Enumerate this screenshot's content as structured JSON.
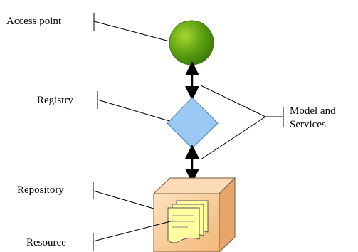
{
  "labels": {
    "access_point": "Access point",
    "registry": "Registry",
    "repository": "Repository",
    "resource": "Resource",
    "model_services_line1": "Model and",
    "model_services_line2": "Services"
  },
  "colors": {
    "access_point_fill": "#5a9e0f",
    "registry_fill": "#9cc8f5",
    "repository_fill": "#f6c896",
    "resource_fill": "#ffffa0",
    "lines": "#000000"
  },
  "icons": [
    "green-circle",
    "blue-diamond",
    "orange-cube",
    "yellow-documents"
  ]
}
